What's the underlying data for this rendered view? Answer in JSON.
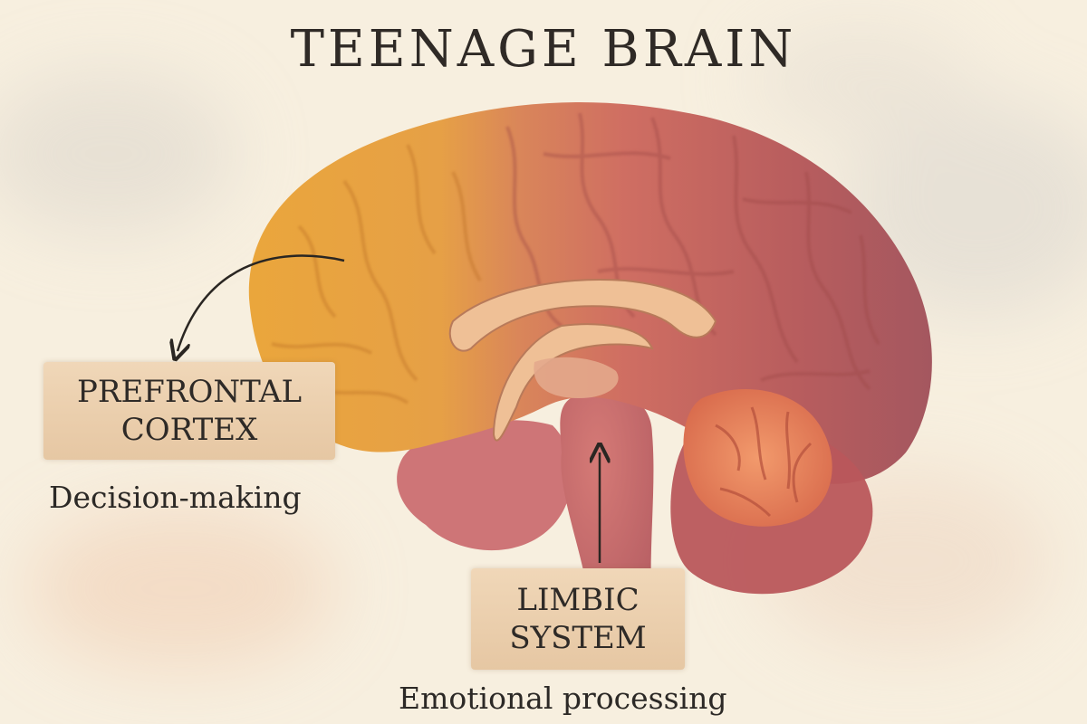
{
  "title": "TEENAGE BRAIN",
  "labels": {
    "prefrontal": {
      "line1": "PREFRONTAL",
      "line2": "CORTEX",
      "description": "Decision-making"
    },
    "limbic": {
      "line1": "LIMBIC",
      "line2": "SYSTEM",
      "description": "Emotional processing"
    }
  },
  "colors": {
    "background": "#f7efdf",
    "frontal_lobe": "#e8a13d",
    "cortex": "#c9645a",
    "cerebellum": "#d9704c",
    "label_box": "#ecd2b0",
    "text": "#2f2a26"
  }
}
